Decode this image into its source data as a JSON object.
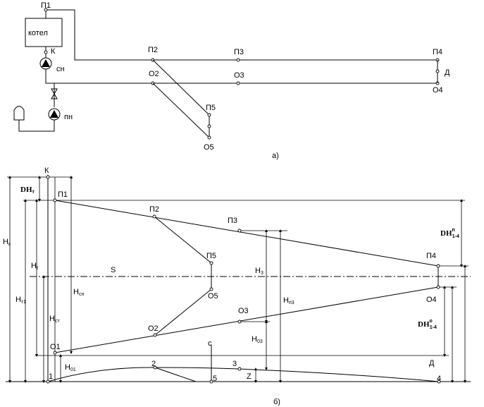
{
  "scheme": {
    "boiler": "котел",
    "K": "К",
    "circ_pump": "сн",
    "feed_pump": "пн",
    "P1": "П1",
    "P2": "П2",
    "P3": "П3",
    "P4": "П4",
    "P5": "П5",
    "O2": "О2",
    "O3": "О3",
    "O4": "О4",
    "O5": "О5",
    "D": "Д",
    "caption": "а)"
  },
  "graph": {
    "K": "К",
    "P1": "П1",
    "P2": "П2",
    "P3": "П3",
    "P4": "П4",
    "P5": "П5",
    "O1": "О1",
    "O2": "О2",
    "O3": "О3",
    "O4": "О4",
    "O5": "О5",
    "S": "S",
    "c": "с",
    "D": "Д",
    "Z": "Z",
    "n1": "1",
    "n2": "2",
    "n3": "3",
    "n4": "4",
    "n5": "5",
    "dHt_main": "DH",
    "dHt_sub": "т",
    "Ht_main": "H",
    "Ht_sub": "t",
    "Hk_main": "H",
    "Hk_sub": "к",
    "Hst_main": "H",
    "Hst_sub": "ст",
    "Hsn_main": "H",
    "Hsn_sub": "сн",
    "H3_main": "H",
    "H3_sub": "3",
    "Hp3_main": "H",
    "Hp3_sub": "п3",
    "Ho3_main": "H",
    "Ho3_sub": "03",
    "Ho1_main": "H",
    "Ho1_sub": "01",
    "Ht1_main": "H",
    "Ht1_sub": "т1",
    "dHp_main": "DH",
    "dHp_sup": "п",
    "dHp_sub": "1-4",
    "dHo_main": "DH",
    "dHo_sup": "о",
    "dHo_sub": "1-4",
    "caption": "б)"
  }
}
